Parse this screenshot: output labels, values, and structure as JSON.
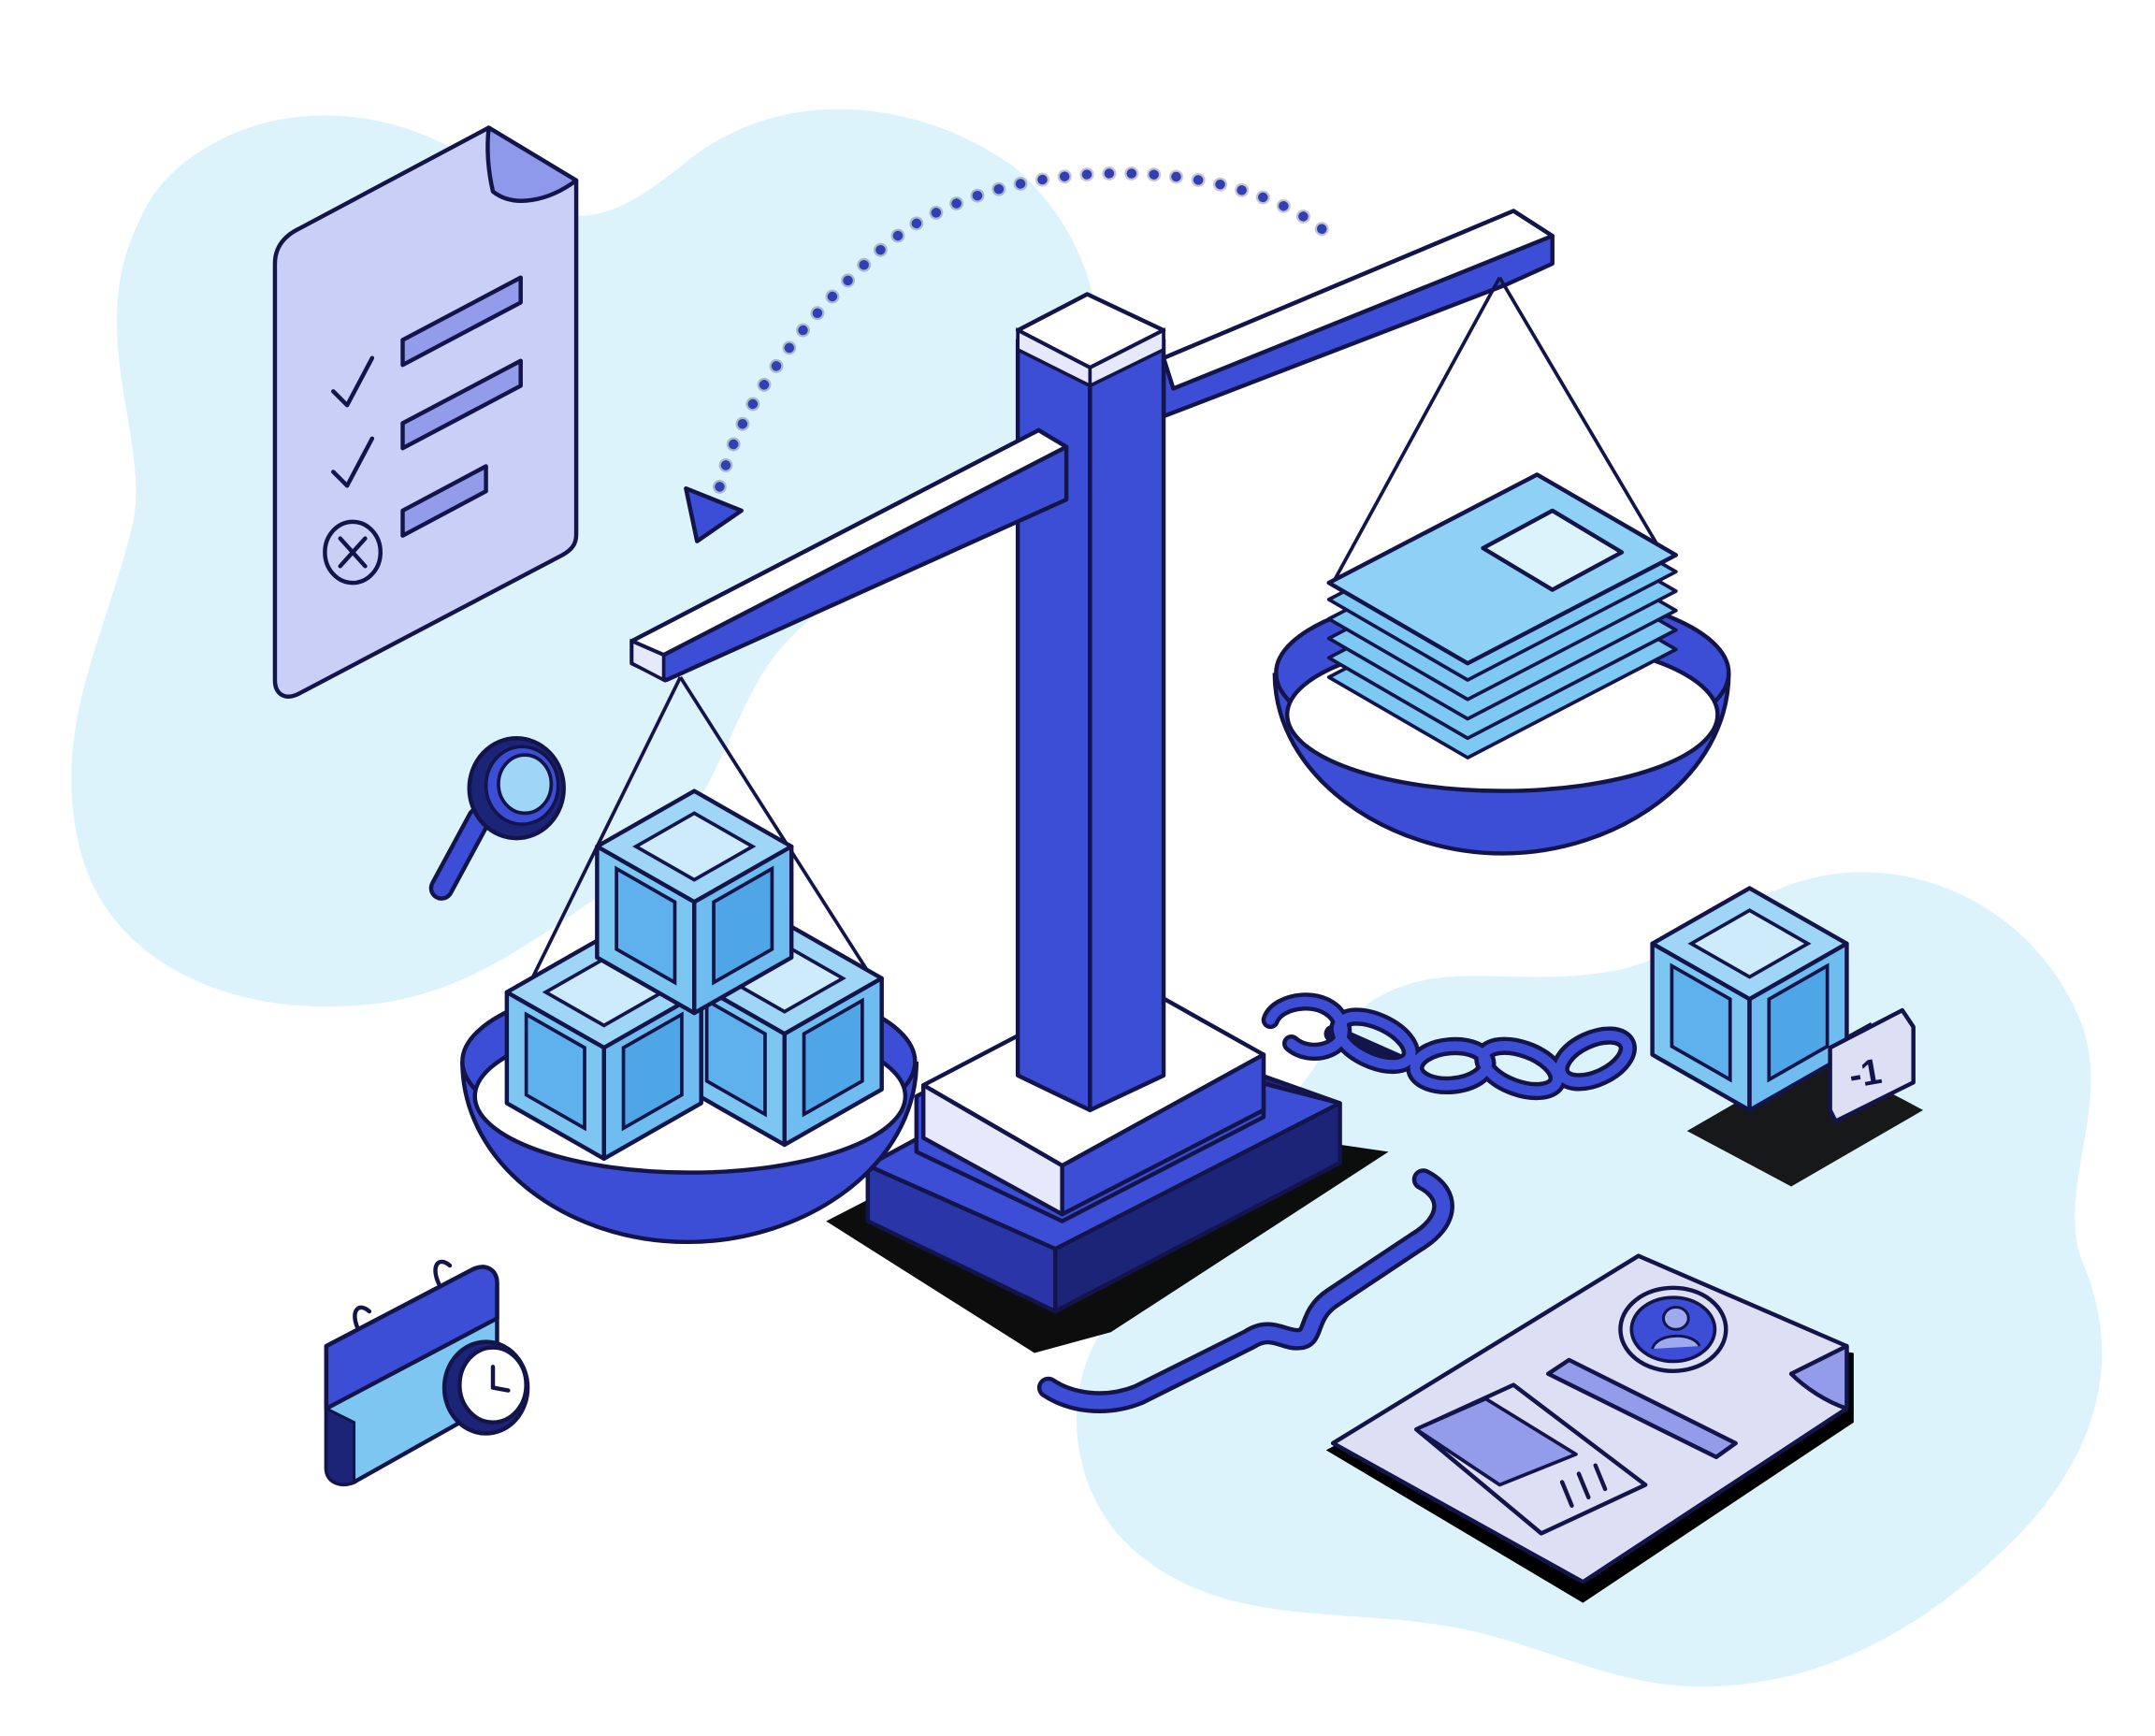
{
  "illustration": {
    "badge_label": "-1",
    "checklist": {
      "items": [
        {
          "state": "checked",
          "icon": "check-icon"
        },
        {
          "state": "checked",
          "icon": "check-icon"
        },
        {
          "state": "rejected",
          "icon": "x-circle-icon"
        }
      ]
    },
    "icons": [
      "balance-scale-icon",
      "checklist-document-icon",
      "magnifier-icon",
      "calendar-icon",
      "clock-icon",
      "chain-icon",
      "cube-icon",
      "document-stack-icon",
      "profile-card-icon",
      "avatar-icon",
      "curved-arrow-icon"
    ]
  },
  "colors": {
    "blob": "#DDF3FB",
    "outline": "#13154A",
    "royal_blue": "#3D4ED6",
    "navy": "#1C2478",
    "cube_face": "#6FBDF0",
    "cube_top": "#9FD6F7",
    "paper_lilac": "#C9CFF7",
    "paper_bar": "#939CEB",
    "white": "#FFFFFF"
  }
}
